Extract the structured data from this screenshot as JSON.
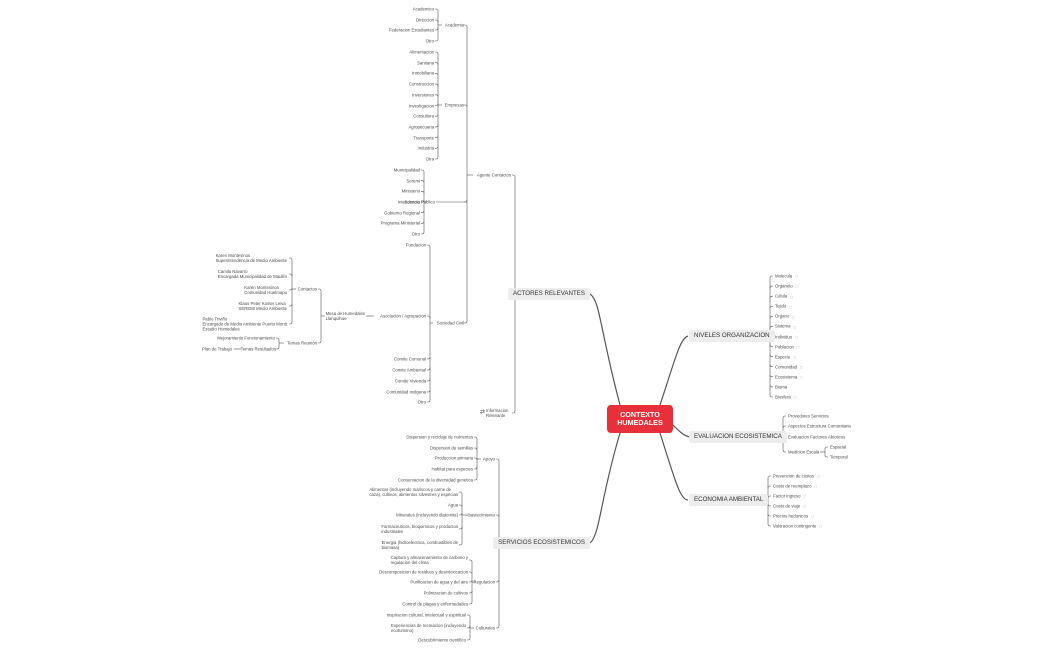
{
  "center": {
    "line1": "CONTEXTO",
    "line2": "HUMEDALES"
  },
  "branches": {
    "actores": "ACTORES RELEVANTES",
    "servicios": "SERVICIOS ECOSISTEMICOS",
    "niveles": "NIVELES ORGANIZACION",
    "evaluacion": "EVALUACION ECOSISTEMICA",
    "economia": "ECONOMIA AMBIENTAL"
  },
  "actores": {
    "agente": "Agente Contactos",
    "academia": {
      "label": "Academia",
      "items": [
        "Academico",
        "Direccion",
        "Federacion Estudiantes",
        "Otro"
      ]
    },
    "empresas": {
      "label": "Empresas",
      "items": [
        "Alimentacion",
        "Sanitaria",
        "Inmobiliaria",
        "Construccion",
        "Inversiones",
        "Investigacion",
        "Consultora",
        "Agropecuaria",
        "Transporte",
        "Industria",
        "Otra"
      ]
    },
    "servicio_publico": {
      "label": "Servicio Publico",
      "items": [
        "Municipalidad",
        "Seremi",
        "Ministerio",
        "Intendencia",
        "Gobierno Regional",
        "Programa Ministerial",
        "Otro"
      ]
    },
    "sociedad_civil": {
      "label": "Sociedad Civil",
      "items": [
        "Fundacion",
        "Comite Comunal",
        "Comite Ambiental",
        "Comite Vivienda",
        "Comunidad Indigena",
        "Otro"
      ]
    },
    "asociacion": "Asociación / Agrupación",
    "mesa": "Mesa de Humedales\nLlanquihue",
    "contactos": {
      "label": "Contactos",
      "items": [
        "Karen Montesinos\nSuperintendencia de Medio Ambiente",
        "Camila Navarro\nEncargada Municipalidad de Maullín",
        "Karen Montesinos\nComunidad Huelmapu",
        "Klaus Peter Koster Leiva\nSEREMI Medio Ambiente",
        "Pablo Triviño\nEncargado de Medio Ambiente Puerto Montt\nEstudio Humedales"
      ]
    },
    "temas_reunion": {
      "label": "Temas Reunión",
      "items": [
        "Mejoramiento Funcionamiento"
      ]
    },
    "temas_resultados": {
      "label": "Temas Resultados",
      "items": [
        "Plan de Trabajo"
      ]
    },
    "info": "Informacion\nRelevante"
  },
  "servicios": {
    "apoyo": {
      "label": "Apoyo",
      "items": [
        "Dispersion y reciclaje de nutrientes",
        "Dispersion de semillas",
        "Produccion primaria",
        "Habitat para especies",
        "Conservacion de la diversidad genetica"
      ]
    },
    "abastecimiento": {
      "label": "Abastecimiento",
      "items": [
        "Alimentos (incluyendo mariscos y carne de\ncaza), cultivos, alimentos silvestres y especias",
        "Agua",
        "Minerales (incluyendo diatomita)",
        "Farmaceuticos, bioquimicos y productos\nindustriales",
        "Energia (hidroelectrica, combustibles de\nbiomasa)"
      ]
    },
    "regulacion": {
      "label": "Regulacion",
      "items": [
        "Captura y almacenamiento de carbono y\nregulacion del clima",
        "Descomposicion de residuos y desintoxicacion",
        "Purificacion de agua y del aire",
        "Polinizacion de cultivos",
        "Control de plagas y enfermedades"
      ]
    },
    "culturales": {
      "label": "Culturales",
      "items": [
        "Inspiracion cultural, intelectual y espiritual",
        "Experiencias de recreacion (incluyendo\necoturismo)",
        "Descubrimiento cientifico"
      ]
    }
  },
  "niveles": {
    "items": [
      "Molecula",
      "Organelo",
      "Célula",
      "Tejido",
      "Organo",
      "Sistema",
      "Individuo",
      "Poblacion",
      "Especie",
      "Comunidad",
      "Ecosistema",
      "Bioma",
      "Biosfera"
    ]
  },
  "evaluacion": {
    "items": [
      "Provedores Servicios",
      "Aspectos Estructura Comunitaria",
      "Evaluacion Factores Abioticos",
      "Medicion Escala"
    ],
    "escala": [
      "Espacial",
      "Temporal"
    ]
  },
  "economia": {
    "items": [
      "Prevencion de costos",
      "Costo de reemplazo",
      "Factor ingreso",
      "Costo de viaje",
      "Precios hedonicos",
      "Valoracion contingente"
    ]
  },
  "note_icon": "note-icon"
}
